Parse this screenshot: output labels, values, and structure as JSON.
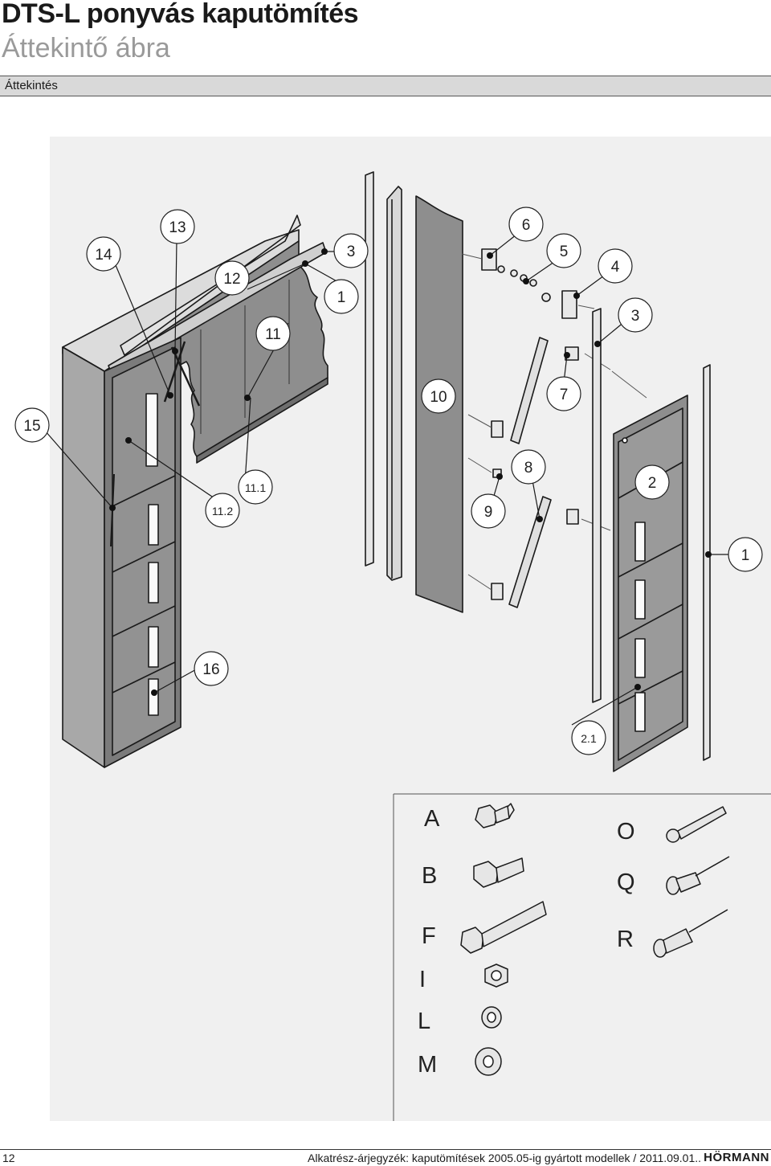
{
  "header": {
    "title": "DTS-L ponyvás kaputömítés",
    "subtitle": "Áttekintő ábra",
    "section": "Áttekintés"
  },
  "callouts": [
    "14",
    "13",
    "12",
    "11",
    "3",
    "1",
    "6",
    "5",
    "4",
    "3",
    "10",
    "7",
    "15",
    "11.1",
    "11.2",
    "9",
    "8",
    "2",
    "1",
    "16",
    "2.1"
  ],
  "fasteners": {
    "letters": [
      "A",
      "B",
      "F",
      "I",
      "L",
      "M",
      "O",
      "Q",
      "R"
    ]
  },
  "footer": {
    "page_number": "12",
    "text": "Alkatrész-árjegyzék: kaputömítések 2005.05-ig gyártott modellek / 2011.09.01..",
    "brand": "HÖRMANN"
  }
}
